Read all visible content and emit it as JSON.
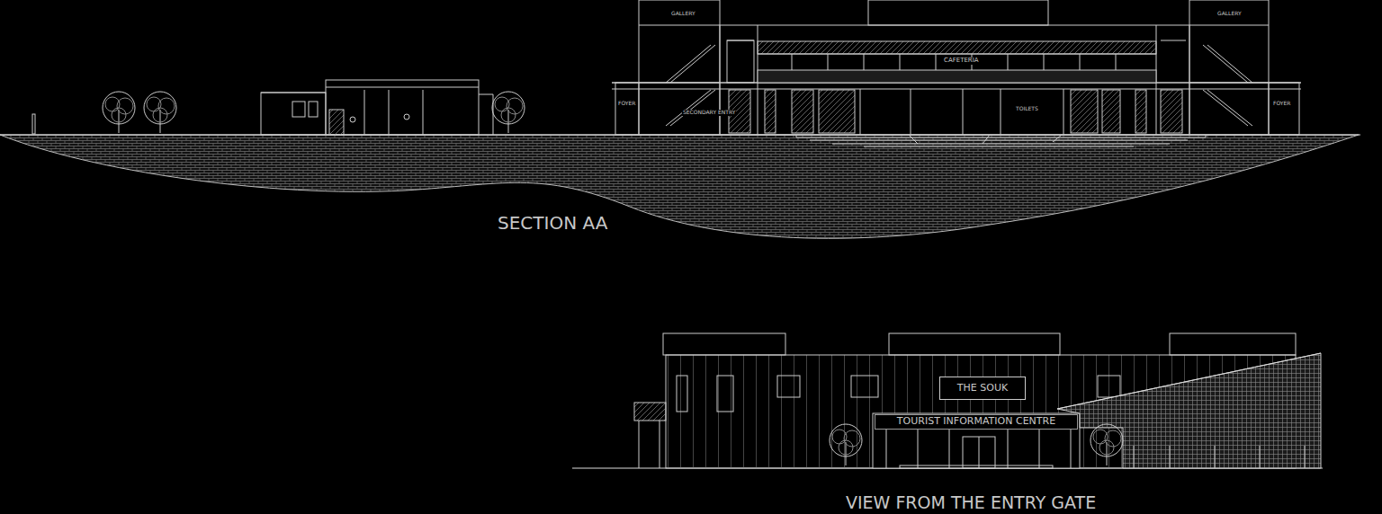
{
  "diagram": {
    "nodes": [
      {
        "text": [
          "THE SOUK"
        ]
      },
      {
        "text": [
          "TOURIST INFORMATION CENTRE"
        ]
      }
    ],
    "labels": [
      "SECTION AA",
      "VIEW FROM THE ENTRY GATE",
      "CAFETERIA",
      "SECONDARY ENTRY",
      "TOILETS",
      "GALLERY",
      "GALLERY",
      "FOYER",
      "FOYER"
    ]
  }
}
